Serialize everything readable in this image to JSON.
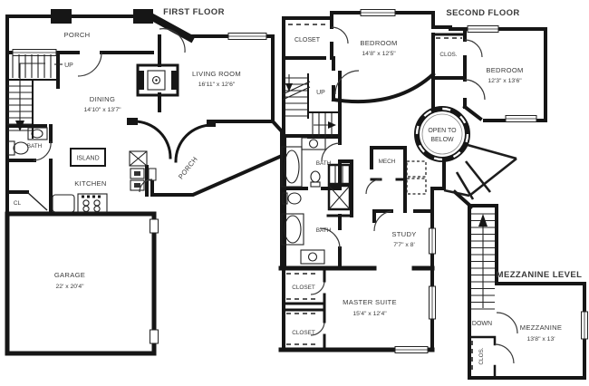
{
  "titles": {
    "first": "FIRST FLOOR",
    "second": "SECOND FLOOR",
    "mezzanine": "MEZZANINE LEVEL"
  },
  "first_floor": {
    "porch_top": "PORCH",
    "up": "UP",
    "living_name": "LIVING ROOM",
    "living_dims": "16'11\" x 12'6\"",
    "dining_name": "DINING",
    "dining_dims": "14'10\" x 13'7\"",
    "bath": "BATH",
    "island": "ISLAND",
    "kitchen": "KITCHEN",
    "closet": "CL",
    "porch_side": "PORCH",
    "garage_name": "GARAGE",
    "garage_dims": "22' x 20'4\""
  },
  "second_floor": {
    "closet_top": "CLOSET",
    "bedroom1_name": "BEDROOM",
    "bedroom1_dims": "14'8\" x 12'5\"",
    "clos": "CLOS.",
    "bedroom2_name": "BEDROOM",
    "bedroom2_dims": "12'3\" x 13'6\"",
    "up": "UP",
    "bath1": "BATH",
    "mech": "MECH",
    "open1": "OPEN TO",
    "open2": "BELOW",
    "study_name": "STUDY",
    "study_dims": "7'7\" x 8'",
    "bath2": "BATH",
    "closet1": "CLOSET",
    "master_name": "MASTER SUITE",
    "master_dims": "15'4\" x 12'4\"",
    "closet2": "CLOSET",
    "down": "DOWN"
  },
  "mezzanine": {
    "name": "MEZZANINE",
    "dims": "13'8\" x 13'",
    "clos": "CLOS."
  },
  "colors": {
    "wall": "#161616",
    "text": "#3a3a3a",
    "bg": "#ffffff"
  }
}
